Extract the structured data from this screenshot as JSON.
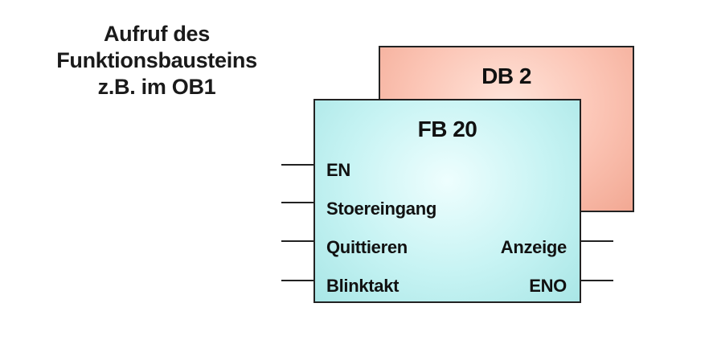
{
  "caption": {
    "lines": [
      "Aufruf des",
      "Funktionsbausteins",
      "z.B. im OB1"
    ]
  },
  "db_block": {
    "title": "DB 2",
    "color": "#fbc3b3"
  },
  "fb_block": {
    "title": "FB 20",
    "color": "#c6f3f3",
    "inputs": [
      "EN",
      "Stoereingang",
      "Quittieren",
      "Blinktakt"
    ],
    "outputs": [
      "Anzeige",
      "ENO"
    ]
  }
}
